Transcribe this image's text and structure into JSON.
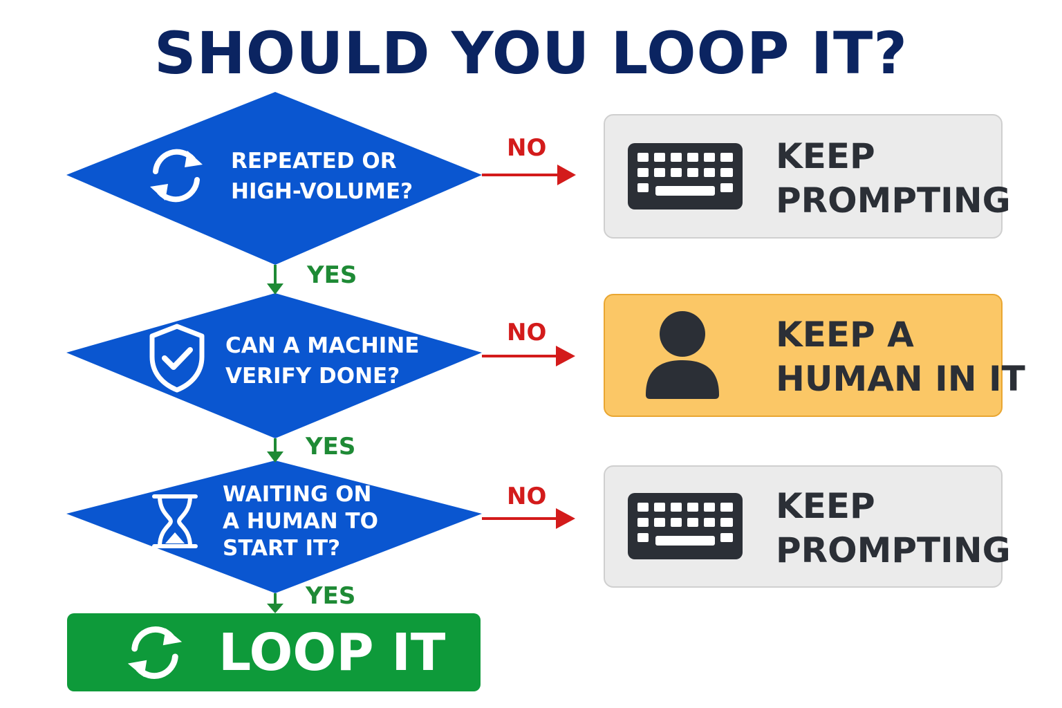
{
  "title": "SHOULD YOU LOOP IT?",
  "colors": {
    "title": "#0b2461",
    "decision": "#0a56d0",
    "no": "#d31b1b",
    "yes": "#1e8a35",
    "outcome_gray": "#ebebeb",
    "outcome_amber": "#fbc766",
    "final": "#0e9a3a",
    "dark_text": "#2b2f36"
  },
  "decisions": [
    {
      "icon": "refresh-icon",
      "lines": [
        "REPEATED OR",
        "HIGH-VOLUME?"
      ],
      "no_label": "NO",
      "yes_label": "YES"
    },
    {
      "icon": "shield-check-icon",
      "lines": [
        "CAN A MACHINE",
        "VERIFY DONE?"
      ],
      "no_label": "NO",
      "yes_label": "YES"
    },
    {
      "icon": "hourglass-icon",
      "lines": [
        "WAITING ON",
        "A HUMAN TO",
        "START IT?"
      ],
      "no_label": "NO",
      "yes_label": "YES"
    }
  ],
  "outcomes": [
    {
      "icon": "keyboard-icon",
      "lines": [
        "KEEP",
        "PROMPTING"
      ]
    },
    {
      "icon": "person-icon",
      "lines": [
        "KEEP A",
        "HUMAN IN IT"
      ]
    },
    {
      "icon": "keyboard-icon",
      "lines": [
        "KEEP",
        "PROMPTING"
      ]
    }
  ],
  "final": {
    "icon": "refresh-icon",
    "label": "LOOP IT"
  }
}
